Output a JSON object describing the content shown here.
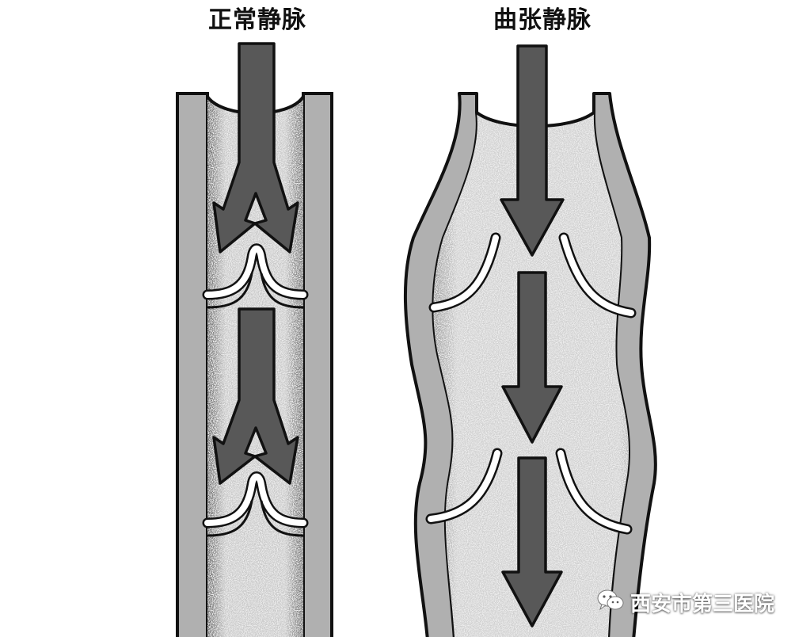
{
  "titles": {
    "normal_vein": "正常静脉",
    "varicose_vein": "曲张静脉"
  },
  "watermark": {
    "text": "西安市第三医院",
    "icon": "wechat-icon"
  },
  "colors": {
    "vein_wall": "#b0b0b0",
    "lumen": "#eeeeee",
    "stipple": "#1a1a1a",
    "arrow": "#585858",
    "outline": "#111111",
    "valve": "#ffffff"
  }
}
